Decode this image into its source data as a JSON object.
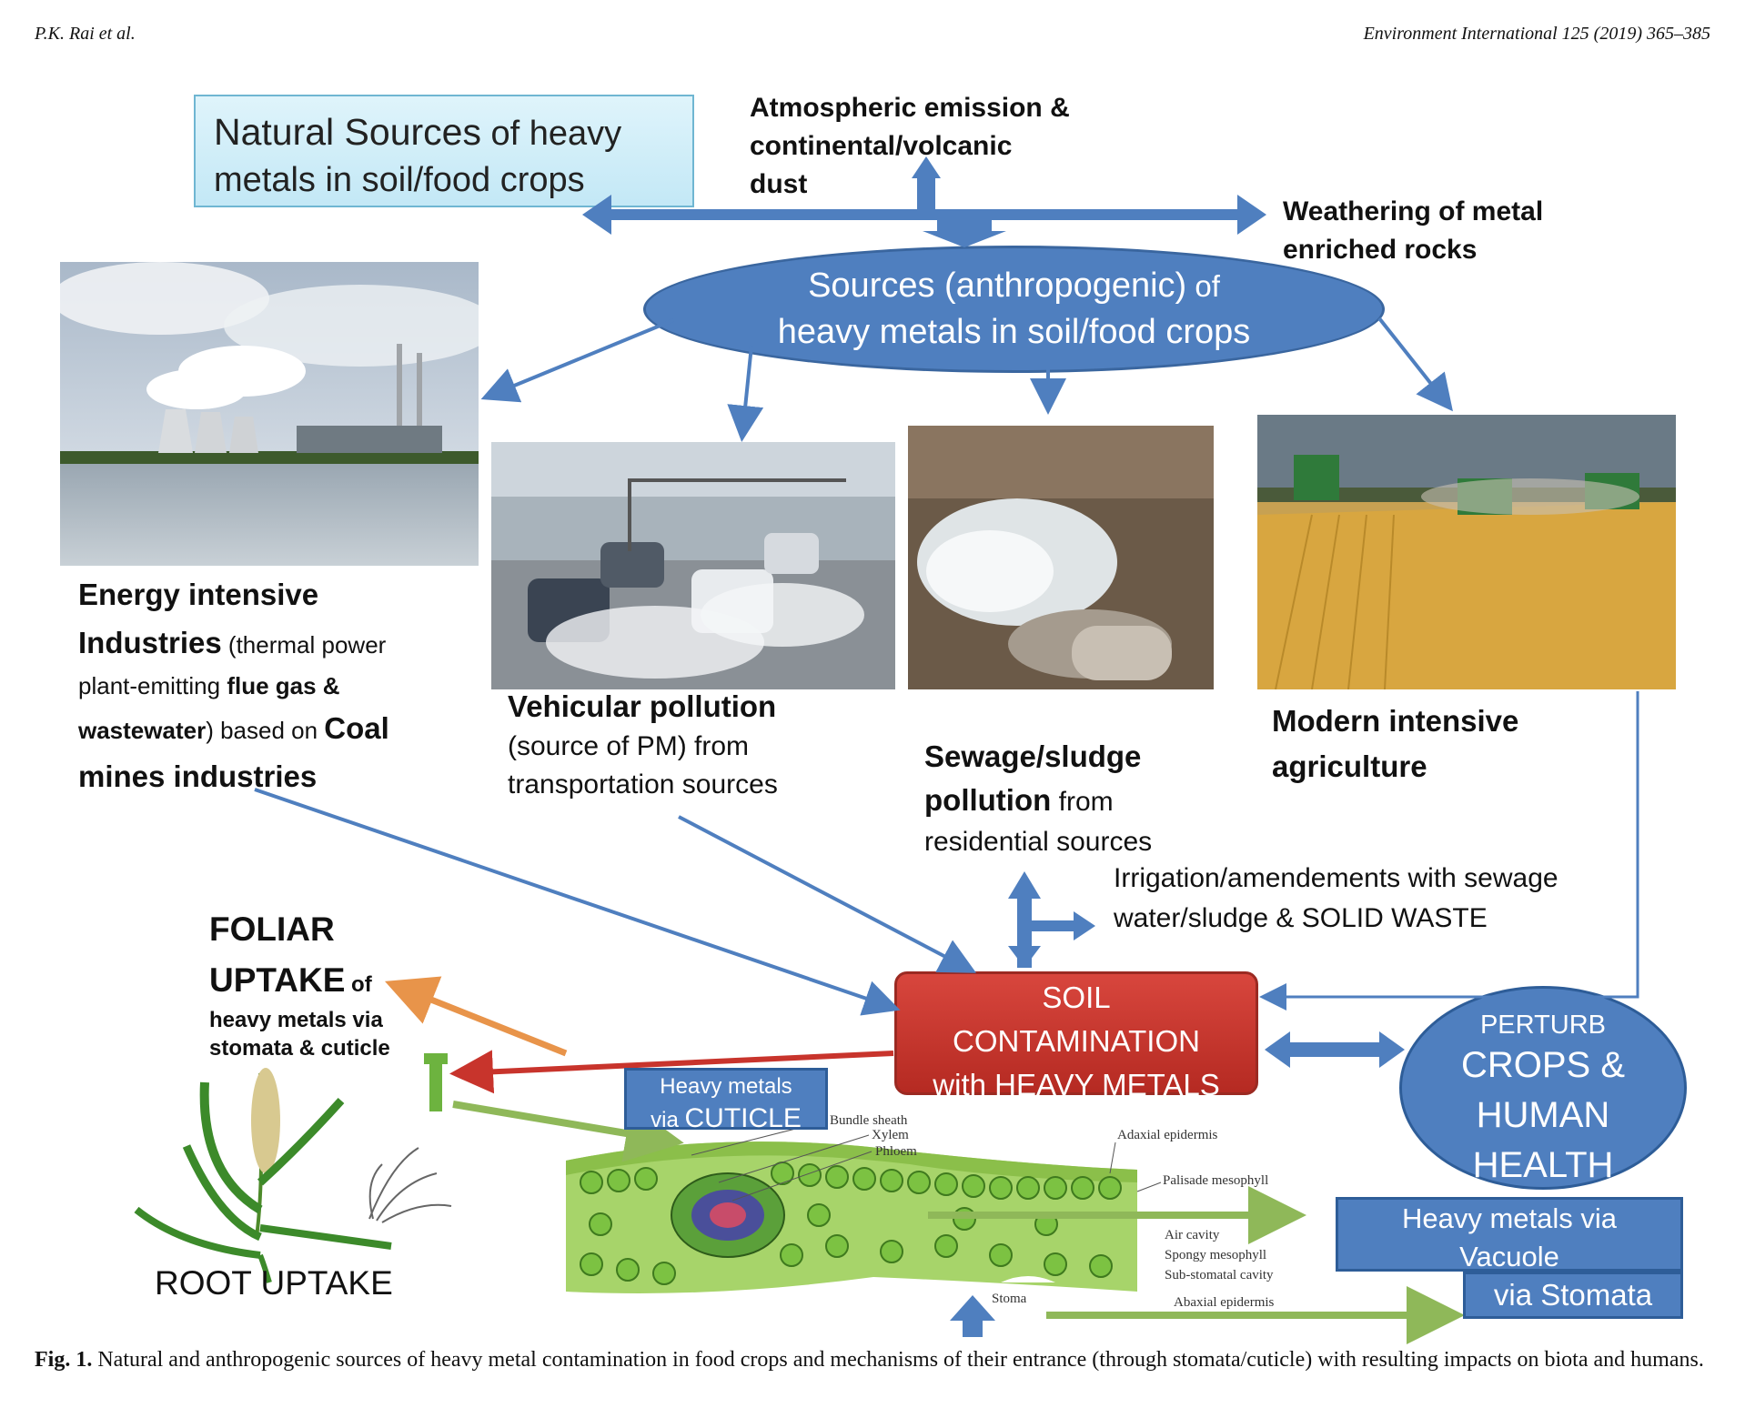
{
  "header": {
    "authors": "P.K. Rai et al.",
    "journal": "Environment International 125 (2019) 365–385"
  },
  "natural_sources": {
    "line1_strong": "Natural Sources",
    "line1_rest": " of heavy",
    "line2": "metals in soil/food crops"
  },
  "atmospheric": [
    "Atmospheric emission &",
    "continental/volcanic",
    "dust"
  ],
  "weathering": [
    "Weathering of metal",
    "enriched rocks"
  ],
  "anthropogenic": {
    "line1_strong": "Sources (anthropogenic)",
    "line1_rest": " of",
    "line2": "heavy metals in soil/food crops"
  },
  "energy": {
    "l1": "Energy intensive",
    "l2a": "Industries",
    "l2b": " (thermal power",
    "l3a": "plant-emitting ",
    "l3b": "flue gas &",
    "l4a": "wastewater",
    "l4b": ") based on ",
    "l4c": "Coal",
    "l5": "mines industries"
  },
  "vehicular": [
    "Vehicular  pollution",
    "(source of PM) from",
    "transportation sources"
  ],
  "sewage": [
    "Sewage/sludge",
    "pollution",
    " from",
    "residential sources"
  ],
  "agriculture": [
    "Modern  intensive",
    "agriculture"
  ],
  "irrigation": [
    "Irrigation/amendements with sewage",
    "water/sludge & SOLID WASTE"
  ],
  "foliar": [
    "FOLIAR",
    "UPTAKE",
    " of",
    "heavy metals via",
    "stomata & cuticle"
  ],
  "soil": [
    "SOIL",
    "CONTAMINATION",
    "with HEAVY METALS"
  ],
  "perturb": [
    "PERTURB",
    "CROPS &",
    "HUMAN",
    "HEALTH"
  ],
  "cuticle": [
    "Heavy metals",
    "via ",
    "CUTICLE"
  ],
  "vacuole": [
    "Heavy metals via",
    "Vacuole"
  ],
  "stomata_box": "via Stomata",
  "root_uptake": "ROOT UPTAKE",
  "leaf_labels": [
    "Bundle sheath",
    "Xylem",
    "Phloem",
    "Adaxial epidermis",
    "Palisade mesophyll",
    "Air cavity",
    "Spongy mesophyll",
    "Sub-stomatal cavity",
    "Abaxial epidermis",
    "Stoma"
  ],
  "caption": {
    "fig": "Fig. 1.",
    "text": " Natural and anthropogenic sources of heavy metal contamination in food crops and mechanisms of their entrance (through stomata/cuticle) with resulting impacts on biota and humans."
  },
  "colors": {
    "blue_arrow": "#4f7fbf",
    "red": "#c8342c",
    "orange": "#e8944a",
    "green": "#8fb859",
    "leaf_green": "#7cc242"
  }
}
